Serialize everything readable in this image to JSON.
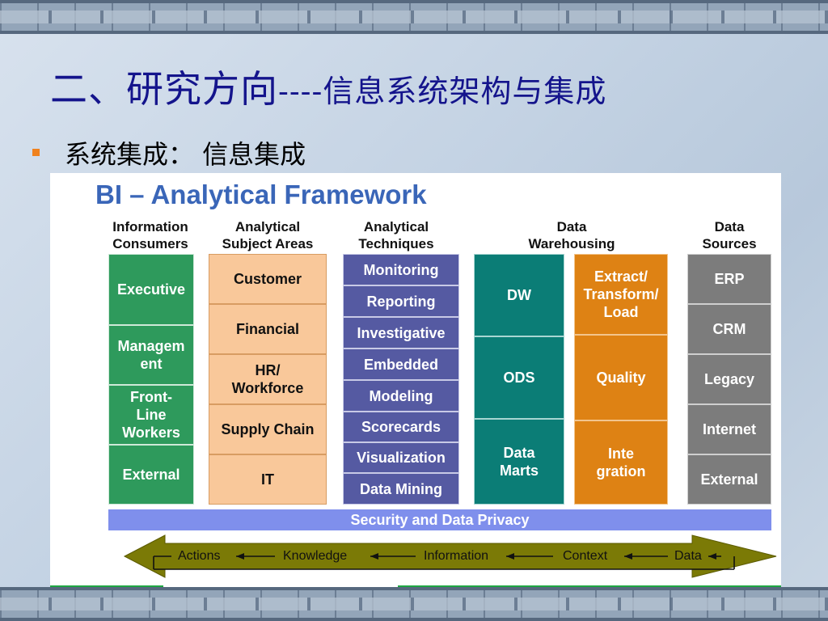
{
  "slide": {
    "title_main": "二、研究方向",
    "title_sub": "----信息系统架构与集成",
    "bullet": "系统集成： 信息集成"
  },
  "framework": {
    "title": "BI – Analytical Framework",
    "columns": [
      {
        "header": "Information\nConsumers",
        "items": [
          "Executive",
          "Managem\nent",
          "Front-\nLine\nWorkers",
          "External"
        ]
      },
      {
        "header": "Analytical\nSubject Areas",
        "items": [
          "Customer",
          "Financial",
          "HR/\nWorkforce",
          "Supply Chain",
          "IT"
        ]
      },
      {
        "header": "Analytical\nTechniques",
        "items": [
          "Monitoring",
          "Reporting",
          "Investigative",
          "Embedded",
          "Modeling",
          "Scorecards",
          "Visualization",
          "Data Mining"
        ]
      },
      {
        "header": "Data\nWarehousing",
        "items_dw": [
          "DW",
          "ODS",
          "Data\nMarts"
        ],
        "items_etl": [
          "Extract/\nTransform/\nLoad",
          "Quality",
          "Inte\ngration"
        ]
      },
      {
        "header": "Data\nSources",
        "items": [
          "ERP",
          "CRM",
          "Legacy",
          "Internet",
          "External"
        ]
      }
    ],
    "security": "Security and Data Privacy",
    "flow": [
      "Actions",
      "Knowledge",
      "Information",
      "Context",
      "Data"
    ]
  },
  "colors": {
    "title": "#14148c",
    "framework_title": "#3a66b8",
    "consumers": "#2e9a5c",
    "subjects": "#f9c89a",
    "techniques": "#555aa2",
    "dw": "#0b7d76",
    "etl": "#de8214",
    "sources": "#7c7c7c",
    "security": "#7f8fec",
    "arrow": "#7b7a06",
    "bullet": "#f0821e"
  }
}
